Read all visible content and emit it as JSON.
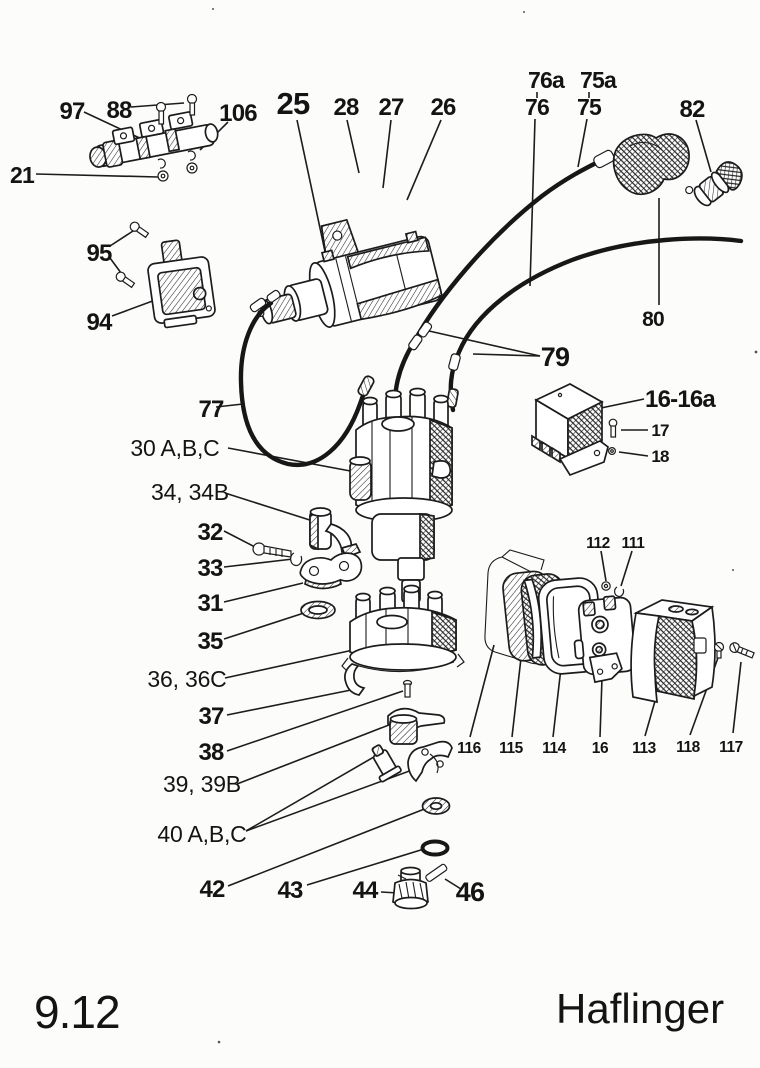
{
  "page": {
    "number": "9.12",
    "model": "Haflinger"
  },
  "figure": {
    "kind": "exploded-parts-diagram",
    "ink_color": "#1c1c1c",
    "paper_color": "#fcfcfa"
  },
  "callouts": {
    "c97": "97",
    "c88": "88",
    "c106": "106",
    "c21": "21",
    "c95": "95",
    "c94": "94",
    "c25": "25",
    "c28": "28",
    "c27": "27",
    "c26": "26",
    "c76a": "76a",
    "c76": "76",
    "c75a": "75a",
    "c75": "75",
    "c82": "82",
    "c80": "80",
    "c79": "79",
    "c77": "77",
    "c16_16a": "16-16a",
    "c17": "17",
    "c18": "18",
    "c30": "30 A,B,C",
    "c34": "34, 34B",
    "c32": "32",
    "c33": "33",
    "c31": "31",
    "c35": "35",
    "c36": "36, 36C",
    "c37": "37",
    "c38": "38",
    "c39": "39, 39B",
    "c40": "40 A,B,C",
    "c42": "42",
    "c43": "43",
    "c44": "44",
    "c46": "46",
    "c112": "112",
    "c111": "111",
    "c116": "116",
    "c115": "115",
    "c114": "114",
    "c16": "16",
    "c113": "113",
    "c118": "118",
    "c117": "117"
  }
}
